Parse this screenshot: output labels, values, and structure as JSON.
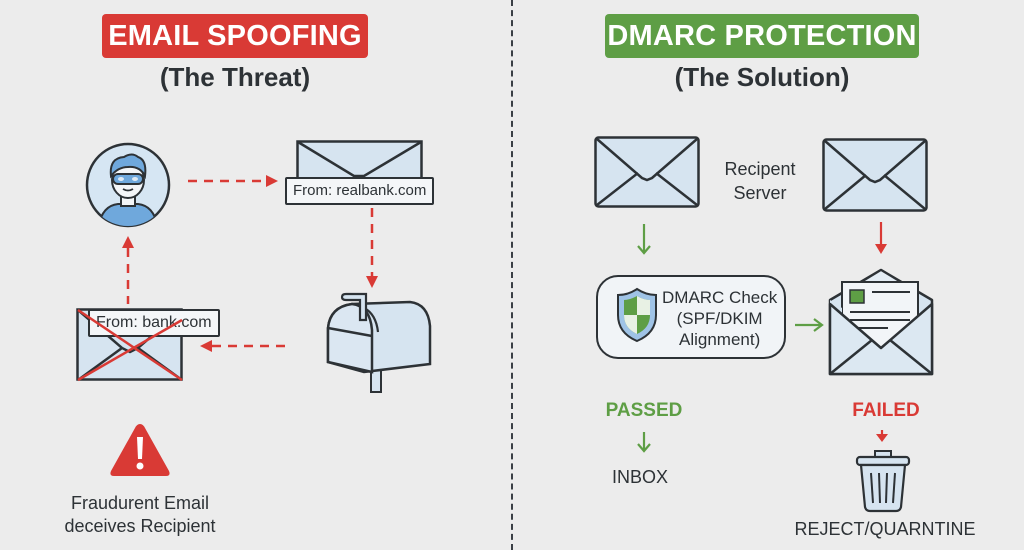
{
  "left_panel": {
    "title": "EMAIL SPOOFING",
    "subtitle": "(The Threat)",
    "spoof_email_from": "From: realbank.com",
    "fake_email_from": "From: bank.com",
    "warning_caption_line1": "Fraudurent Email",
    "warning_caption_line2": "deceives Recipient"
  },
  "right_panel": {
    "title": "DMARC PROTECTION",
    "subtitle": "(The Solution)",
    "server_label_line1": "Recipent",
    "server_label_line2": "Server",
    "check_line1": "DMARC Check",
    "check_line2": "(SPF/DKIM",
    "check_line3": "Alignment)",
    "passed_label": "PASSED",
    "failed_label": "FAILED",
    "inbox_label": "INBOX",
    "reject_label": "REJECT/QUARNTINE"
  },
  "colors": {
    "threat_red": "#d93a35",
    "solution_green": "#5e9e45",
    "icon_fill": "#d6e4f0",
    "outline": "#2d3236",
    "background": "#ececec"
  }
}
